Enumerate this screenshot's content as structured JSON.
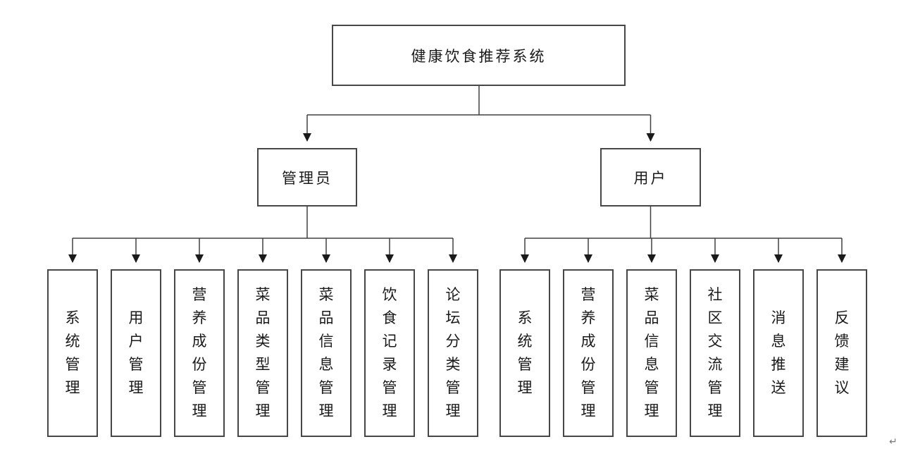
{
  "diagram": {
    "root_label": "健康饮食推荐系统",
    "branches": [
      {
        "label": "管理员",
        "children": [
          "系统管理",
          "用户管理",
          "营养成份管理",
          "菜品类型管理",
          "菜品信息管理",
          "饮食记录管理",
          "论坛分类管理"
        ]
      },
      {
        "label": "用户",
        "children": [
          "系统管理",
          "营养成份管理",
          "菜品信息管理",
          "社区交流管理",
          "消息推送",
          "反馈建议"
        ]
      }
    ],
    "paragraph_mark": "↵",
    "colors": {
      "line": "#404040",
      "arrow": "#1a1a1a",
      "text": "#1a1a1a",
      "background": "#ffffff"
    }
  }
}
